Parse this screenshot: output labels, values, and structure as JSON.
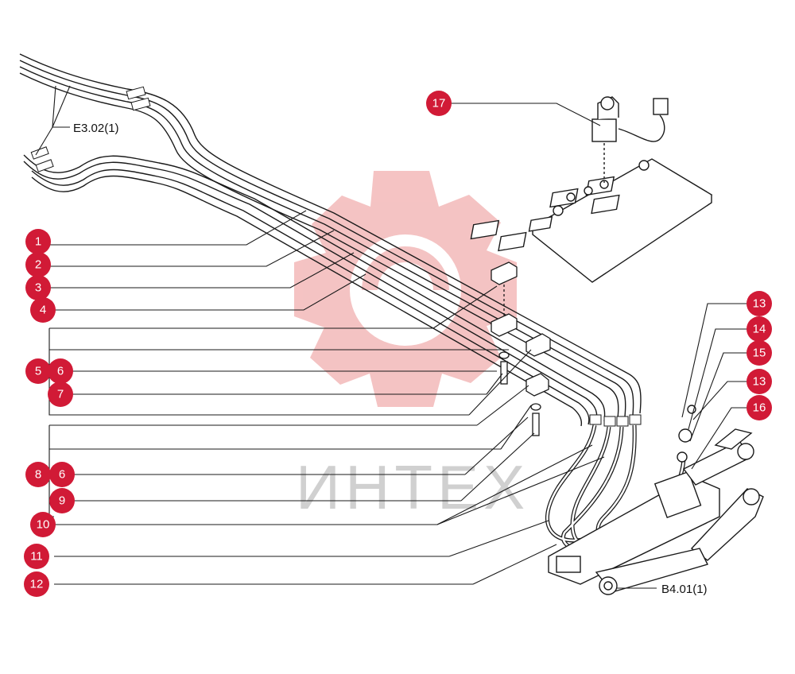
{
  "diagram": {
    "watermark": {
      "text": "ИНТЕХ",
      "gear_color": "#f3b9b9",
      "text_color": "#d0d0d0"
    },
    "badge_color": "#d11a36",
    "references": [
      {
        "id": "ref-e302",
        "text": "E3.02(1)"
      },
      {
        "id": "ref-b401",
        "text": "B4.01(1)"
      }
    ],
    "callouts": [
      {
        "id": "c1",
        "label": "1"
      },
      {
        "id": "c2",
        "label": "2"
      },
      {
        "id": "c3",
        "label": "3"
      },
      {
        "id": "c4",
        "label": "4"
      },
      {
        "id": "c5",
        "label": "5"
      },
      {
        "id": "c6a",
        "label": "6"
      },
      {
        "id": "c7",
        "label": "7"
      },
      {
        "id": "c8",
        "label": "8"
      },
      {
        "id": "c6b",
        "label": "6"
      },
      {
        "id": "c9",
        "label": "9"
      },
      {
        "id": "c10",
        "label": "10"
      },
      {
        "id": "c11",
        "label": "11"
      },
      {
        "id": "c12",
        "label": "12"
      },
      {
        "id": "c17",
        "label": "17"
      },
      {
        "id": "c13a",
        "label": "13"
      },
      {
        "id": "c14",
        "label": "14"
      },
      {
        "id": "c15",
        "label": "15"
      },
      {
        "id": "c13b",
        "label": "13"
      },
      {
        "id": "c16",
        "label": "16"
      }
    ]
  }
}
